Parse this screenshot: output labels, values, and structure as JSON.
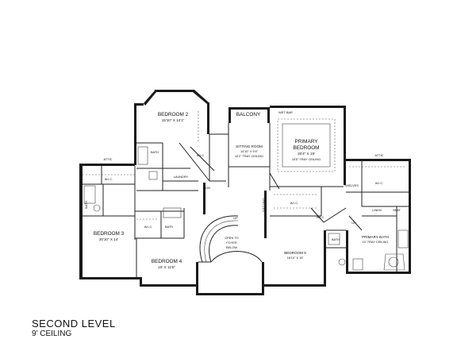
{
  "rooms": {
    "bedroom2": {
      "name": "BEDROOM 2",
      "dims": "15'10\" X 14'1\""
    },
    "balcony": {
      "name": "BALCONY"
    },
    "wet_bar": {
      "name": "WET BAR"
    },
    "sitting_room": {
      "name": "SITTING ROOM",
      "dims": "14'10\" X 9'4\"",
      "ceiling": "10'2\" TRAY CEILING"
    },
    "primary_bedroom": {
      "name_line1": "PRIMARY",
      "name_line2": "BEDROOM",
      "dims": "20'4\" X 19'",
      "ceiling": "10'5\" TRAY CEILING"
    },
    "bedroom3": {
      "name": "BEDROOM 3",
      "dims": "20'10\" X 14'"
    },
    "bedroom4": {
      "name": "BEDROOM 4",
      "dims": "15' X 11'6\""
    },
    "bedroom5": {
      "name": "BEDROOM 5",
      "dims": "16'10\" X 15'"
    },
    "primary_bath": {
      "name": "PRIMARY BATH",
      "ceiling": "10' TRAY CEILING"
    },
    "open_to_foyer": {
      "line1": "OPEN TO",
      "line2": "FOYER",
      "line3": "BELOW"
    }
  },
  "labels": {
    "attic": "ATTIC",
    "wic": "W.I.C.",
    "bath": "BATH",
    "laundry": "LAUNDRY",
    "linen": "LINEN",
    "shelves": "SHELVES",
    "dn": "DN",
    "up": "UP",
    "seat": "SEAT",
    "shelf": "SHELF",
    "dbl_hooks": "DBL HOOKS"
  },
  "footer": {
    "level": "SECOND LEVEL",
    "ceiling": "9' CEILING"
  }
}
